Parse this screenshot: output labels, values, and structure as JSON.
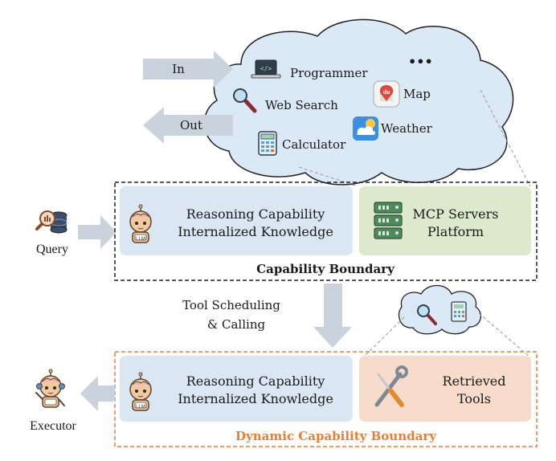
{
  "cloud": {
    "in_label": "In",
    "out_label": "Out",
    "more": "•••",
    "tools": {
      "programmer": "Programmer",
      "map": "Map",
      "web_search": "Web Search",
      "weather": "Weather",
      "calculator": "Calculator"
    },
    "map_badge": "du"
  },
  "query_label": "Query",
  "boundary": {
    "reasoning_line1": "Reasoning Capability",
    "reasoning_line2": "Internalized Knowledge",
    "mcp_line1": "MCP Servers",
    "mcp_line2": "Platform",
    "title": "Capability Boundary"
  },
  "scheduling": {
    "line1": "Tool Scheduling",
    "line2": "& Calling"
  },
  "dynamic": {
    "reasoning_line1": "Reasoning Capability",
    "reasoning_line2": "Internalized Knowledge",
    "retrieved_line1": "Retrieved",
    "retrieved_line2": "Tools",
    "title": "Dynamic Capability Boundary"
  },
  "executor_label": "Executor",
  "robot_badge": "LLM",
  "colors": {
    "cloud_fill": "#dbe8f5",
    "blue_box": "#dbe6f3",
    "green_box": "#dce9cd",
    "orange_box": "#f8dccb",
    "arrow": "#c9d2dd",
    "dynamic_accent": "#e67e3a"
  }
}
